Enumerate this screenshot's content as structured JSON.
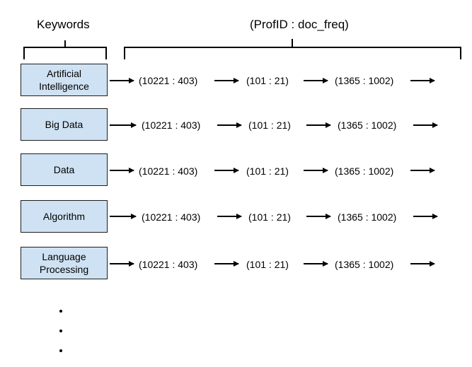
{
  "headers": {
    "keywords": "Keywords",
    "postings": "(ProfID : doc_freq)"
  },
  "rows": [
    {
      "keyword": "Artificial\nIntelligence",
      "postings": [
        "(10221 : 403)",
        "(101 : 21)",
        "(1365 : 1002)"
      ]
    },
    {
      "keyword": "Big Data",
      "postings": [
        "(10221 : 403)",
        "(101 : 21)",
        "(1365 : 1002)"
      ]
    },
    {
      "keyword": "Data",
      "postings": [
        "(10221 : 403)",
        "(101 : 21)",
        "(1365 : 1002)"
      ]
    },
    {
      "keyword": "Algorithm",
      "postings": [
        "(10221 : 403)",
        "(101 : 21)",
        "(1365 : 1002)"
      ]
    },
    {
      "keyword": "Language\nProcessing",
      "postings": [
        "(10221 : 403)",
        "(101 : 21)",
        "(1365 : 1002)"
      ]
    }
  ],
  "colors": {
    "keyword_fill": "#cfe2f3",
    "keyword_border": "#1c1c1c"
  }
}
